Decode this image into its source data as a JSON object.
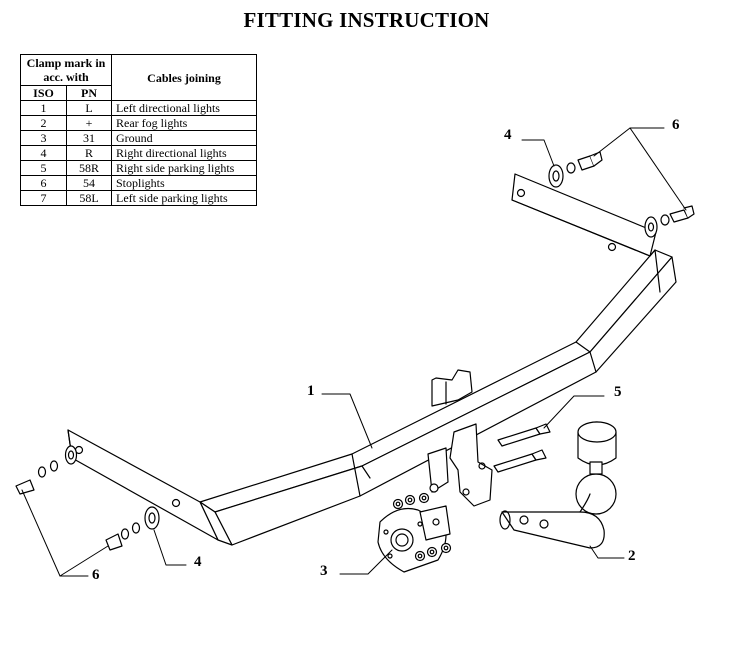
{
  "title": "FITTING INSTRUCTION",
  "table": {
    "header_clamp": "Clamp mark in acc. with",
    "header_cables": "Cables joining",
    "header_iso": "ISO",
    "header_pn": "PN",
    "rows": [
      {
        "iso": "1",
        "pn": "L",
        "desc": "Left directional lights"
      },
      {
        "iso": "2",
        "pn": "+",
        "desc": "Rear fog lights"
      },
      {
        "iso": "3",
        "pn": "31",
        "desc": "Ground"
      },
      {
        "iso": "4",
        "pn": "R",
        "desc": "Right directional lights"
      },
      {
        "iso": "5",
        "pn": "58R",
        "desc": "Right side parking lights"
      },
      {
        "iso": "6",
        "pn": "54",
        "desc": "Stoplights"
      },
      {
        "iso": "7",
        "pn": "58L",
        "desc": "Left side parking lights"
      }
    ]
  },
  "callouts": {
    "c1": "1",
    "c2": "2",
    "c3": "3",
    "c4_top": "4",
    "c4_bottom": "4",
    "c5": "5",
    "c6_top": "6",
    "c6_bottom": "6"
  }
}
